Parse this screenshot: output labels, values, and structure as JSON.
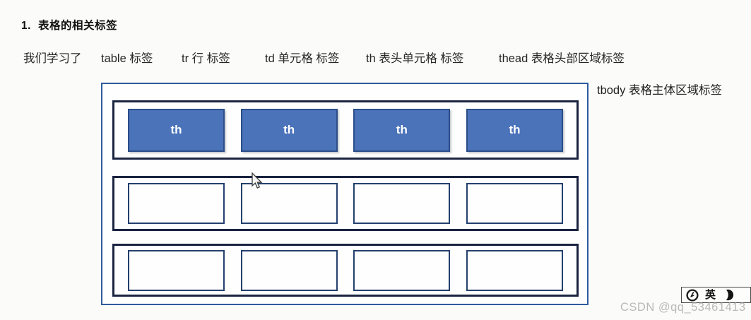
{
  "heading": {
    "number": "1.",
    "title": "表格的相关标签"
  },
  "tags_line": {
    "items": [
      "我们学习了",
      "table 标签",
      "tr 行 标签",
      "td 单元格 标签",
      "th 表头单元格 标签",
      "thead 表格头部区域标签"
    ]
  },
  "tbody_label": "tbody 表格主体区域标签",
  "diagram": {
    "type": "html-table-structure",
    "header_cells": [
      "th",
      "th",
      "th",
      "th"
    ],
    "body_rows": 2,
    "cells_per_row": 4,
    "colors": {
      "table_border": "#2e5b9e",
      "row_border": "#1a2440",
      "th_fill": "#4a73ba",
      "th_border": "#2c4e88",
      "th_text": "#ffffff",
      "td_border": "#24406e"
    }
  },
  "watermark": "CSDN @qq_53461413",
  "ime_bar": {
    "mode_label": "英"
  }
}
